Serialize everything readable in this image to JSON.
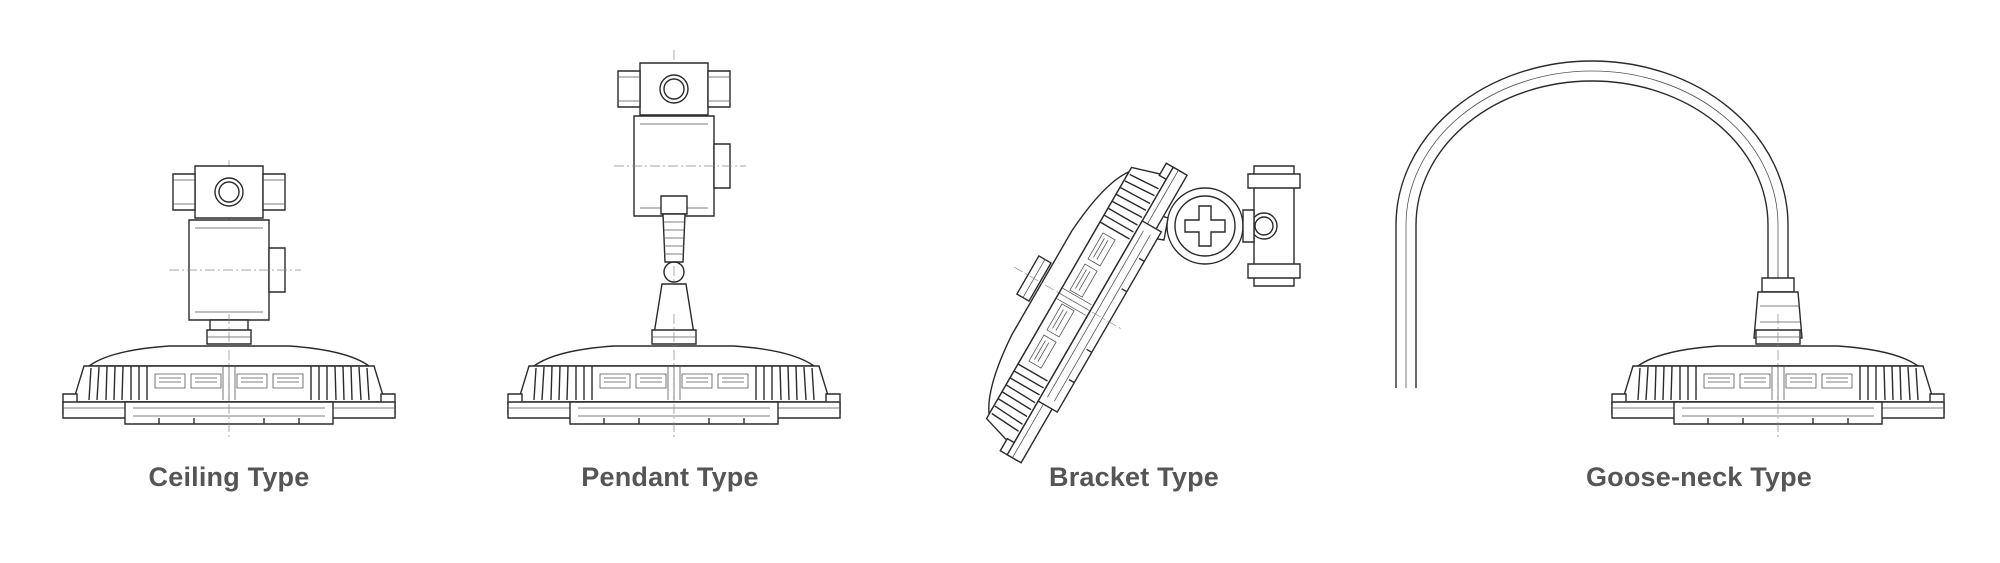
{
  "figure": {
    "mounting_types": [
      {
        "label": "Ceiling Type",
        "icon": "ceiling-mount-light-drawing"
      },
      {
        "label": "Pendant Type",
        "icon": "pendant-mount-light-drawing"
      },
      {
        "label": "Bracket Type",
        "icon": "bracket-mount-light-drawing"
      },
      {
        "label": "Goose-neck Type",
        "icon": "goose-neck-mount-light-drawing"
      }
    ]
  }
}
